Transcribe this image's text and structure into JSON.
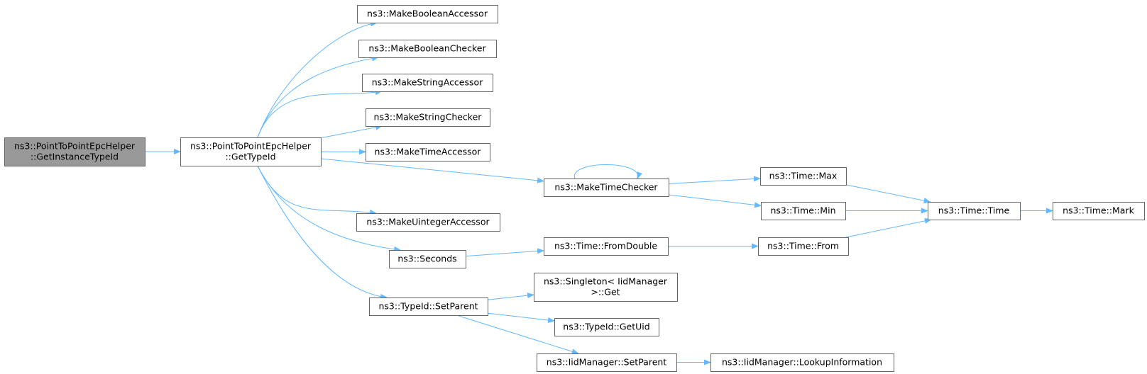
{
  "colors": {
    "edge": "#63b8ff",
    "node_border": "#666666",
    "node_fill": "#ffffff",
    "root_fill": "#999999",
    "text": "#000000"
  },
  "nodes": [
    {
      "id": "root",
      "lines": [
        "ns3::PointToPointEpcHelper",
        "::GetInstanceTypeId"
      ],
      "highlight": true
    },
    {
      "id": "gettypeid",
      "lines": [
        "ns3::PointToPointEpcHelper",
        "::GetTypeId"
      ]
    },
    {
      "id": "mkboolacc",
      "lines": [
        "ns3::MakeBooleanAccessor"
      ]
    },
    {
      "id": "mkboolchk",
      "lines": [
        "ns3::MakeBooleanChecker"
      ]
    },
    {
      "id": "mkstracc",
      "lines": [
        "ns3::MakeStringAccessor"
      ]
    },
    {
      "id": "mkstrchk",
      "lines": [
        "ns3::MakeStringChecker"
      ]
    },
    {
      "id": "mktimeacc",
      "lines": [
        "ns3::MakeTimeAccessor"
      ]
    },
    {
      "id": "mktimechk",
      "lines": [
        "ns3::MakeTimeChecker"
      ]
    },
    {
      "id": "mkuintacc",
      "lines": [
        "ns3::MakeUintegerAccessor"
      ]
    },
    {
      "id": "seconds",
      "lines": [
        "ns3::Seconds"
      ]
    },
    {
      "id": "setparent",
      "lines": [
        "ns3::TypeId::SetParent"
      ]
    },
    {
      "id": "timemax",
      "lines": [
        "ns3::Time::Max"
      ]
    },
    {
      "id": "timemin",
      "lines": [
        "ns3::Time::Min"
      ]
    },
    {
      "id": "fromdouble",
      "lines": [
        "ns3::Time::FromDouble"
      ]
    },
    {
      "id": "timefrom",
      "lines": [
        "ns3::Time::From"
      ]
    },
    {
      "id": "timetime",
      "lines": [
        "ns3::Time::Time"
      ]
    },
    {
      "id": "timemark",
      "lines": [
        "ns3::Time::Mark"
      ]
    },
    {
      "id": "singleton",
      "lines": [
        "ns3::Singleton< IidManager",
        ">::Get"
      ]
    },
    {
      "id": "getuid",
      "lines": [
        "ns3::TypeId::GetUid"
      ]
    },
    {
      "id": "iidsetparent",
      "lines": [
        "ns3::IidManager::SetParent"
      ]
    },
    {
      "id": "lookup",
      "lines": [
        "ns3::IidManager::LookupInformation"
      ]
    }
  ],
  "edges": [
    {
      "from": "root",
      "to": "gettypeid"
    },
    {
      "from": "gettypeid",
      "to": "mkboolacc"
    },
    {
      "from": "gettypeid",
      "to": "mkboolchk"
    },
    {
      "from": "gettypeid",
      "to": "mkstracc"
    },
    {
      "from": "gettypeid",
      "to": "mkstrchk"
    },
    {
      "from": "gettypeid",
      "to": "mktimeacc"
    },
    {
      "from": "gettypeid",
      "to": "mktimechk"
    },
    {
      "from": "gettypeid",
      "to": "mkuintacc"
    },
    {
      "from": "gettypeid",
      "to": "seconds"
    },
    {
      "from": "gettypeid",
      "to": "setparent"
    },
    {
      "from": "mktimechk",
      "to": "mktimechk"
    },
    {
      "from": "mktimechk",
      "to": "timemax"
    },
    {
      "from": "mktimechk",
      "to": "timemin"
    },
    {
      "from": "timemax",
      "to": "timetime"
    },
    {
      "from": "timemin",
      "to": "timetime"
    },
    {
      "from": "timetime",
      "to": "timemark"
    },
    {
      "from": "seconds",
      "to": "fromdouble"
    },
    {
      "from": "fromdouble",
      "to": "timefrom"
    },
    {
      "from": "timefrom",
      "to": "timetime"
    },
    {
      "from": "setparent",
      "to": "singleton"
    },
    {
      "from": "setparent",
      "to": "getuid"
    },
    {
      "from": "setparent",
      "to": "iidsetparent"
    },
    {
      "from": "iidsetparent",
      "to": "lookup"
    }
  ]
}
